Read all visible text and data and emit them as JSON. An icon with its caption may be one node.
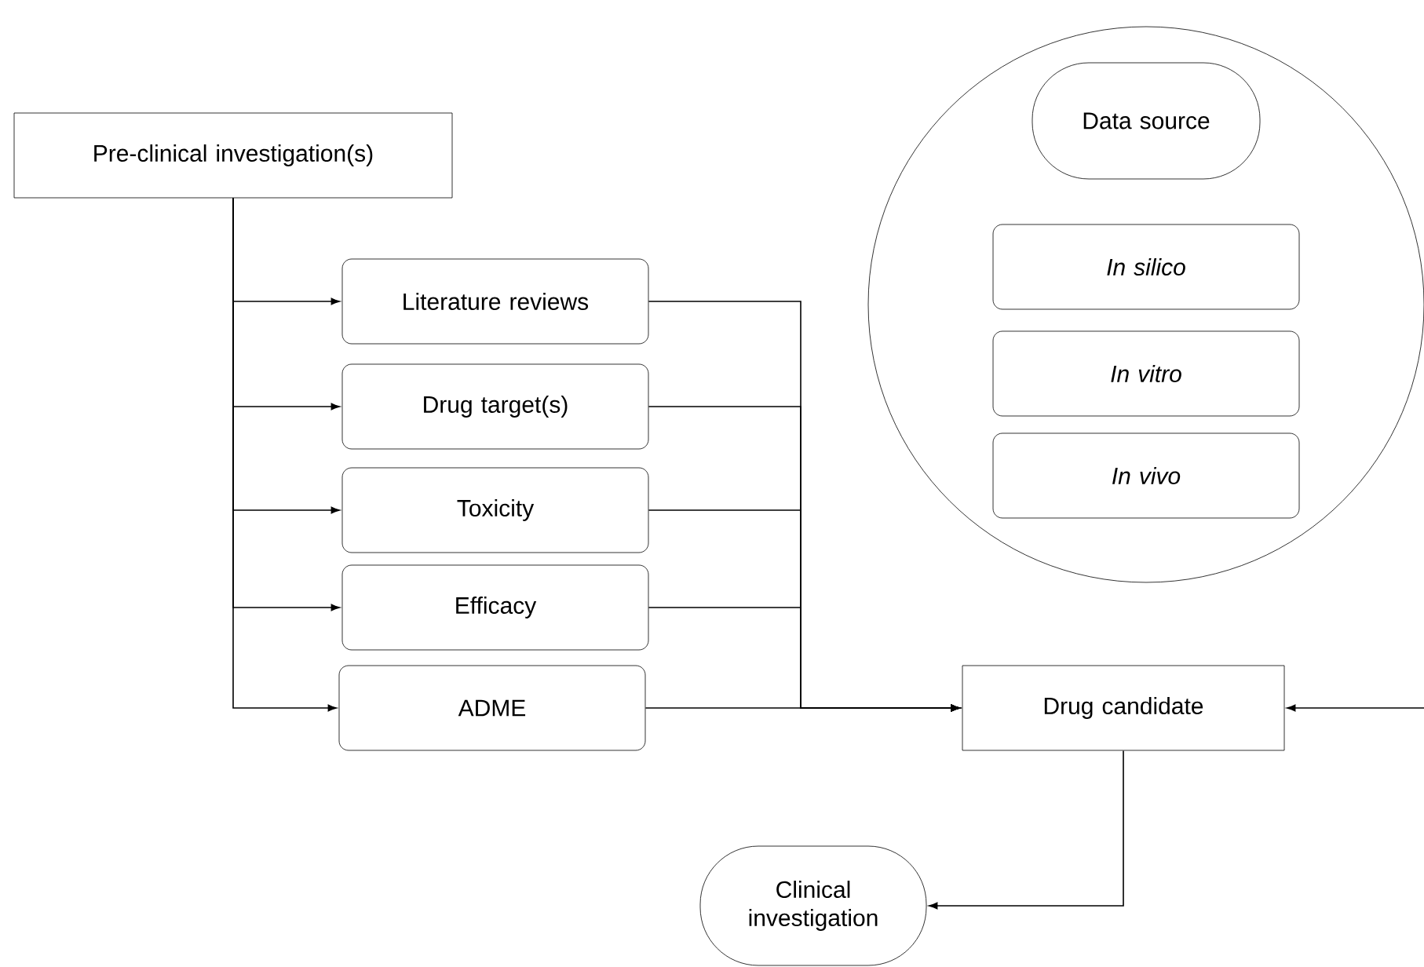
{
  "diagram": {
    "nodes": [
      {
        "text": [
          "Pre-clinical investigation(s)"
        ]
      },
      {
        "text": [
          "Literature reviews"
        ]
      },
      {
        "text": [
          "Drug target(s)"
        ]
      },
      {
        "text": [
          "Toxicity"
        ]
      },
      {
        "text": [
          "Efficacy"
        ]
      },
      {
        "text": [
          "ADME"
        ]
      },
      {
        "text": [],
        "shape": "circle"
      },
      {
        "text": [
          "Data source"
        ],
        "in": 6
      },
      {
        "text": [
          "In silico"
        ],
        "in": 6
      },
      {
        "text": [
          "In vitro"
        ],
        "in": 6
      },
      {
        "text": [
          "In vivo"
        ],
        "in": 6
      },
      {
        "text": [
          "Drug candidate"
        ]
      },
      {
        "text": [
          "Clinical investigation"
        ]
      }
    ],
    "edges": [
      {
        "from": 0,
        "to": 1,
        "arrow": "to"
      },
      {
        "from": 0,
        "to": 2,
        "arrow": "to"
      },
      {
        "from": 0,
        "to": 3,
        "arrow": "to"
      },
      {
        "from": 0,
        "to": 4,
        "arrow": "to"
      },
      {
        "from": 0,
        "to": 5,
        "arrow": "to"
      },
      {
        "from": 1,
        "to": 11,
        "arrow": "to"
      },
      {
        "from": 2,
        "to": 11,
        "arrow": "to"
      },
      {
        "from": 3,
        "to": 11,
        "arrow": "to"
      },
      {
        "from": 4,
        "to": 11,
        "arrow": "to"
      },
      {
        "from": 5,
        "to": 11,
        "arrow": "to"
      },
      {
        "from": null,
        "to": 11,
        "arrow": "to"
      },
      {
        "from": 11,
        "to": 12,
        "arrow": "to"
      }
    ]
  }
}
